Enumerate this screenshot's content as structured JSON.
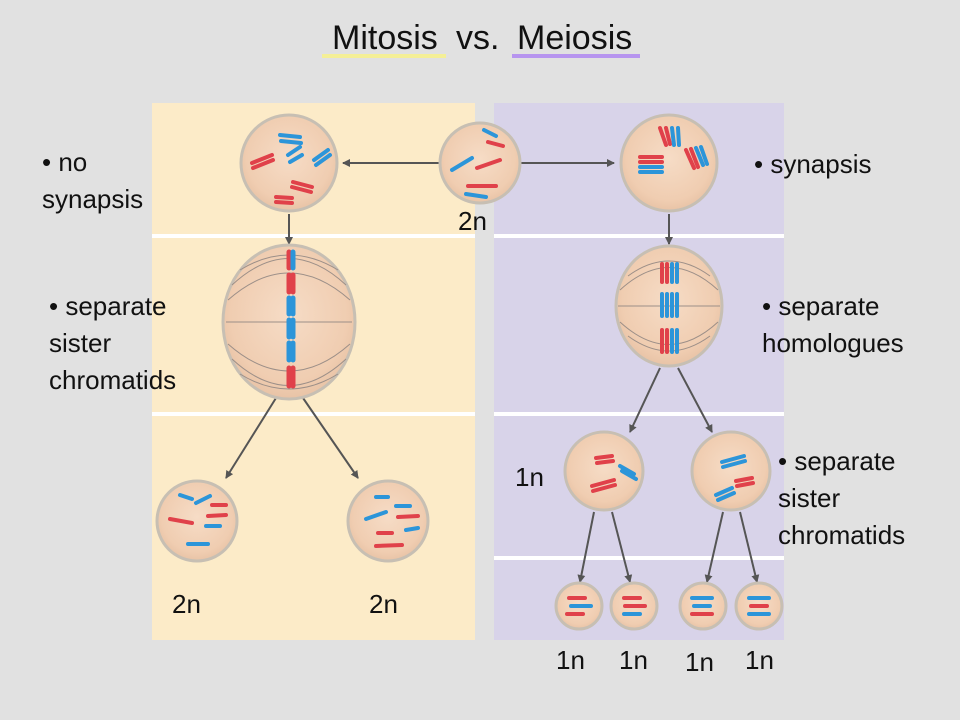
{
  "title": {
    "word1": "Mitosis",
    "word2": "vs.",
    "word3": "Meiosis"
  },
  "colors": {
    "background": "#e1e1e1",
    "mitosis_panel": "#fcebc8",
    "meiosis_panel": "#d8d3e9",
    "mitosis_underline": "#f4ef97",
    "meiosis_underline": "#b795ef",
    "chromosome_red": "#e0414a",
    "chromosome_blue": "#2c95d9",
    "cell_fill": "#f2d2b8",
    "cell_border": "#c7bfb3"
  },
  "mitosis": {
    "label_1": "• no\nsynapsis",
    "label_2": "• separate\nsister\nchromatids",
    "daughter_left_ploidy": "2n",
    "daughter_right_ploidy": "2n"
  },
  "parent_ploidy": "2n",
  "meiosis": {
    "label_1": "• synapsis",
    "label_2": "• separate\nhomologues",
    "label_3": "• separate\nsister\nchromatids",
    "meiosis1_ploidy": "1n",
    "gamete_ploidy": [
      "1n",
      "1n",
      "1n",
      "1n"
    ]
  }
}
